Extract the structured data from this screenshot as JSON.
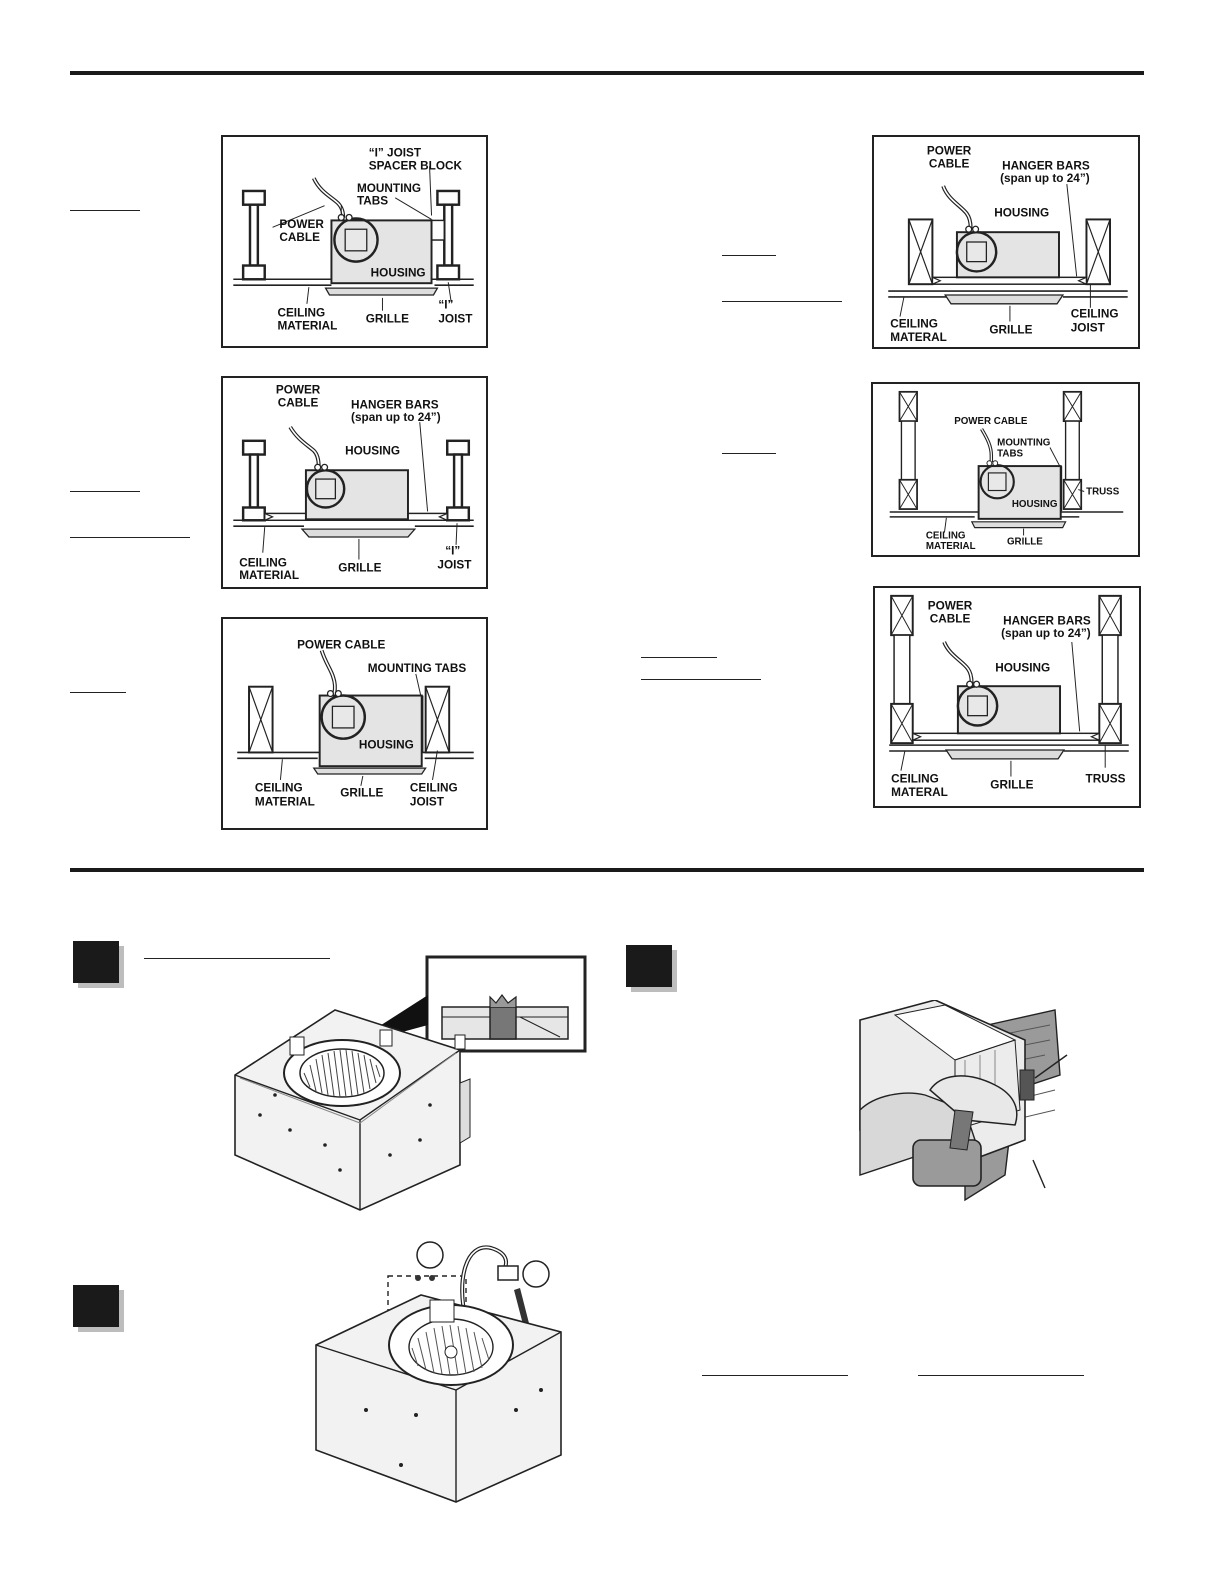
{
  "diagrams": {
    "i_joist_spacer": {
      "power_cable": [
        "POWER",
        "CABLE"
      ],
      "spacer_block": [
        "“I” JOIST",
        "SPACER BLOCK"
      ],
      "mounting_tabs": [
        "MOUNTING",
        "TABS"
      ],
      "housing": "HOUSING",
      "ceiling_material": [
        "CEILING",
        "MATERIAL"
      ],
      "grille": "GRILLE",
      "joist": [
        "“I”",
        "JOIST"
      ]
    },
    "i_joist_hanger": {
      "power_cable": [
        "POWER",
        "CABLE"
      ],
      "hanger_bars": [
        "HANGER BARS",
        "(span up to 24”)"
      ],
      "housing": "HOUSING",
      "ceiling_material": [
        "CEILING",
        "MATERIAL"
      ],
      "grille": "GRILLE",
      "joist": [
        "“I”",
        "JOIST"
      ]
    },
    "ceiling_joist_tabs": {
      "power_cable": "POWER CABLE",
      "mounting_tabs": "MOUNTING TABS",
      "housing": "HOUSING",
      "ceiling_material": [
        "CEILING",
        "MATERIAL"
      ],
      "grille": "GRILLE",
      "ceiling_joist": [
        "CEILING",
        "JOIST"
      ]
    },
    "ceiling_joist_hanger": {
      "power_cable": [
        "POWER",
        "CABLE"
      ],
      "hanger_bars": [
        "HANGER BARS",
        "(span up to 24”)"
      ],
      "housing": "HOUSING",
      "ceiling_material": [
        "CEILING",
        "MATERAL"
      ],
      "grille": "GRILLE",
      "ceiling_joist": [
        "CEILING",
        "JOIST"
      ]
    },
    "truss_tabs": {
      "power_cable": "POWER CABLE",
      "mounting_tabs": [
        "MOUNTING",
        "TABS"
      ],
      "housing": "HOUSING",
      "truss": "TRUSS",
      "ceiling_material": [
        "CEILING",
        "MATERIAL"
      ],
      "grille": "GRILLE"
    },
    "truss_hanger": {
      "power_cable": [
        "POWER",
        "CABLE"
      ],
      "hanger_bars": [
        "HANGER BARS",
        "(span up to 24”)"
      ],
      "housing": "HOUSING",
      "ceiling_material": [
        "CEILING",
        "MATERAL"
      ],
      "grille": "GRILLE",
      "truss": "TRUSS"
    }
  },
  "colors": {
    "rule": "#1a1a1a",
    "badge": "#1a1a1a",
    "badge_shadow": "#bdbdbd",
    "wood": "#8a8a8a"
  }
}
